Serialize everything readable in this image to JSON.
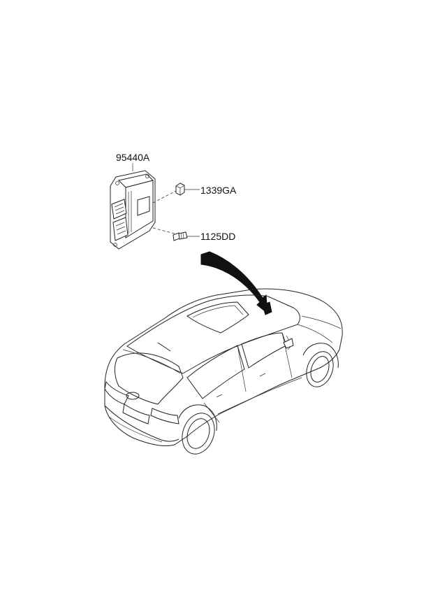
{
  "diagram": {
    "parts": [
      {
        "number": "95440A",
        "icon": "control-module-icon"
      },
      {
        "number": "1339GA",
        "icon": "nut-icon"
      },
      {
        "number": "1125DD",
        "icon": "bolt-icon"
      }
    ],
    "vehicle_icon": "hatchback-car-icon",
    "colors": {
      "line": "#222222",
      "arrow": "#111111",
      "background": "#ffffff"
    }
  }
}
